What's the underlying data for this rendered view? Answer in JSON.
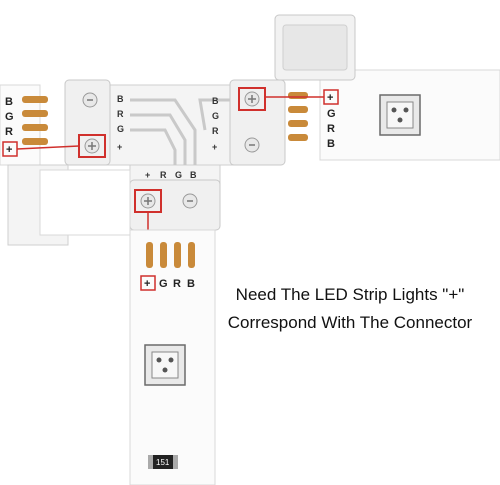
{
  "caption": {
    "line1": "Need The LED Strip Lights \"+\"",
    "line2": "Correspond  With The Connector"
  },
  "labels": {
    "left_strip": [
      "B",
      "G",
      "R",
      "+"
    ],
    "connector_left": [
      "B",
      "R",
      "G",
      "+"
    ],
    "connector_top": [
      "B",
      "G",
      "R",
      "+"
    ],
    "connector_bottom": [
      "+",
      "R",
      "G",
      "B"
    ],
    "right_strip": [
      "+",
      "G",
      "R",
      "B"
    ],
    "bottom_strip": [
      "+",
      "G",
      "R",
      "B"
    ],
    "resistor": "151"
  },
  "colors": {
    "highlight_box": "#d0302c",
    "copper": "#c98a3a",
    "connector_body": "#f0f0f0",
    "strip": "#ffffff"
  },
  "icons": [
    "plus-symbol",
    "led-chip",
    "resistor"
  ]
}
